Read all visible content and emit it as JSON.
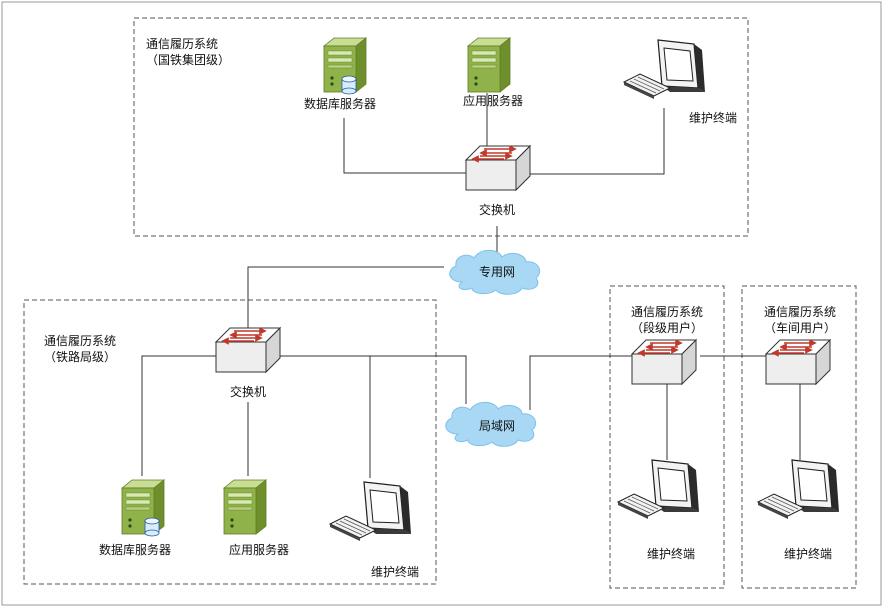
{
  "regions": {
    "group": {
      "title_line1": "通信履历系统",
      "title_line2": "（国铁集团级）"
    },
    "bureau": {
      "title_line1": "通信履历系统",
      "title_line2": "（铁路局级）"
    },
    "section": {
      "title_line1": "通信履历系统",
      "title_line2": "（段级用户）"
    },
    "workshop": {
      "title_line1": "通信履历系统",
      "title_line2": "（车间用户）"
    }
  },
  "nodes": {
    "group_db_server": "数据库服务器",
    "group_app_server": "应用服务器",
    "group_terminal": "维护终端",
    "group_switch": "交换机",
    "private_net": "专用网",
    "lan": "局域网",
    "bureau_switch": "交换机",
    "bureau_db_server": "数据库服务器",
    "bureau_app_server": "应用服务器",
    "bureau_terminal": "维护终端",
    "section_terminal": "维护终端",
    "workshop_terminal": "维护终端"
  },
  "colors": {
    "line": "#333333",
    "dash_border": "#555555",
    "cloud_fill": "#a9d8f5",
    "cloud_stroke": "#7cc0ea",
    "switch_arrow": "#c0392b",
    "server_body": "#8fb34a",
    "monitor_frame": "#2b2b2b"
  }
}
